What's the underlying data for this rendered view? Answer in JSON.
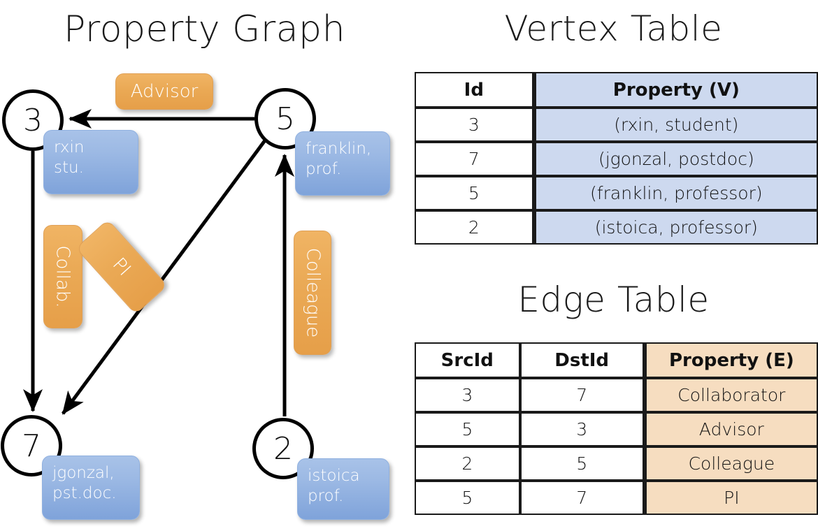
{
  "titles": {
    "property_graph": "Property Graph",
    "vertex_table": "Vertex Table",
    "edge_table": "Edge Table"
  },
  "graph": {
    "nodes": [
      {
        "id": "3",
        "label": "3",
        "property_lines": [
          "rxin",
          "stu."
        ]
      },
      {
        "id": "5",
        "label": "5",
        "property_lines": [
          "franklin,",
          "prof."
        ]
      },
      {
        "id": "7",
        "label": "7",
        "property_lines": [
          "jgonzal,",
          "pst.doc."
        ]
      },
      {
        "id": "2",
        "label": "2",
        "property_lines": [
          "istoica",
          "prof."
        ]
      }
    ],
    "node_property_text": {
      "rxin": "rxin\nstu.",
      "franklin": "franklin,\nprof.",
      "jgonzal": "jgonzal,\npst.doc.",
      "istoica": "istoica\nprof."
    },
    "edge_labels": [
      {
        "name": "advisor",
        "text": "Advisor",
        "orientation": "horizontal"
      },
      {
        "name": "collab",
        "text": "Collab.",
        "orientation": "vertical"
      },
      {
        "name": "pi",
        "text": "PI",
        "orientation": "rotated"
      },
      {
        "name": "colleague",
        "text": "Colleague",
        "orientation": "vertical"
      }
    ],
    "edges": [
      {
        "src": "5",
        "dst": "3",
        "label": "Advisor"
      },
      {
        "src": "3",
        "dst": "7",
        "label": "Collab."
      },
      {
        "src": "5",
        "dst": "7",
        "label": "PI"
      },
      {
        "src": "2",
        "dst": "5",
        "label": "Colleague"
      }
    ]
  },
  "vertex_table": {
    "headers": [
      "Id",
      "Property (V)"
    ],
    "rows": [
      {
        "id": "3",
        "property": "(rxin, student)"
      },
      {
        "id": "7",
        "property": "(jgonzal, postdoc)"
      },
      {
        "id": "5",
        "property": "(franklin, professor)"
      },
      {
        "id": "2",
        "property": "(istoica, professor)"
      }
    ]
  },
  "edge_table": {
    "headers": [
      "SrcId",
      "DstId",
      "Property (E)"
    ],
    "rows": [
      {
        "src": "3",
        "dst": "7",
        "property": "Collaborator"
      },
      {
        "src": "5",
        "dst": "3",
        "property": "Advisor"
      },
      {
        "src": "2",
        "dst": "5",
        "property": "Colleague"
      },
      {
        "src": "5",
        "dst": "7",
        "property": "PI"
      }
    ]
  },
  "colors": {
    "vertex_property_fill": "#cdd9ef",
    "edge_property_fill": "#f6ddc0",
    "node_callout_blue": "#9cb9e4",
    "edge_callout_orange": "#eaa955",
    "stroke": "#000000",
    "background": "#ffffff"
  }
}
